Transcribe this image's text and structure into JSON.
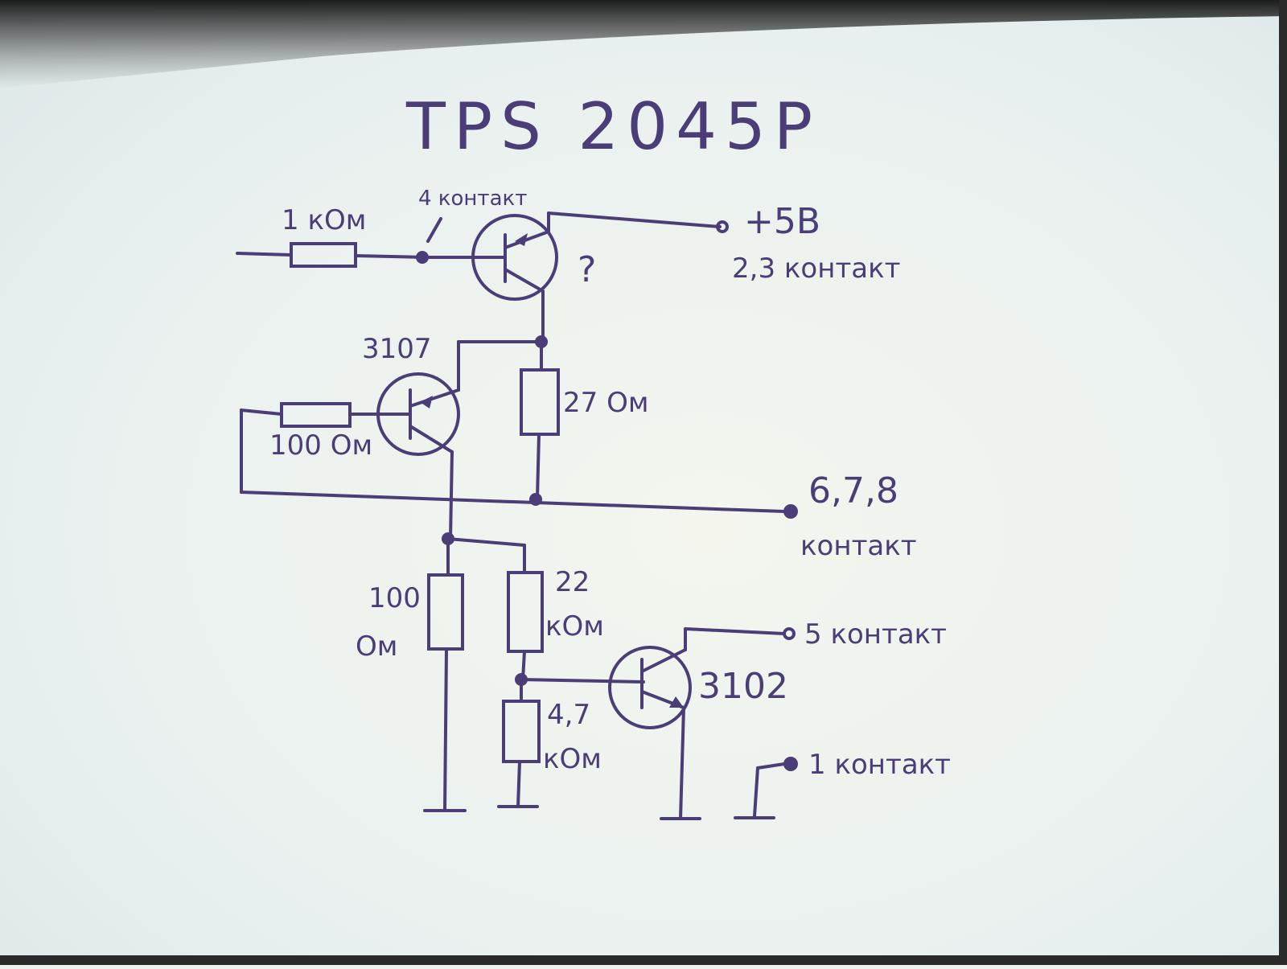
{
  "title": "TPS 2045P",
  "labels": {
    "r_1k": "1 кОм",
    "pin4": "4 контакт",
    "question": "?",
    "plus5v": "+5В",
    "pins23": "2,3 контакт",
    "t3107": "3107",
    "r_27": "27 Ом",
    "r_100_base": "100 Ом",
    "pins678_num": "6,7,8",
    "pins678_word": "контакт",
    "r_100_num": "100",
    "r_100_unit": "Ом",
    "r_22_num": "22",
    "r_22_unit": "кОм",
    "pin5": "5 контакт",
    "t3102": "3102",
    "r_47_num": "4,7",
    "r_47_unit": "кОм",
    "pin1": "1 контакт"
  },
  "colors": {
    "ink": "#4b3d78",
    "paper": "#eef3f0",
    "vignette": "#1c1c1c"
  }
}
